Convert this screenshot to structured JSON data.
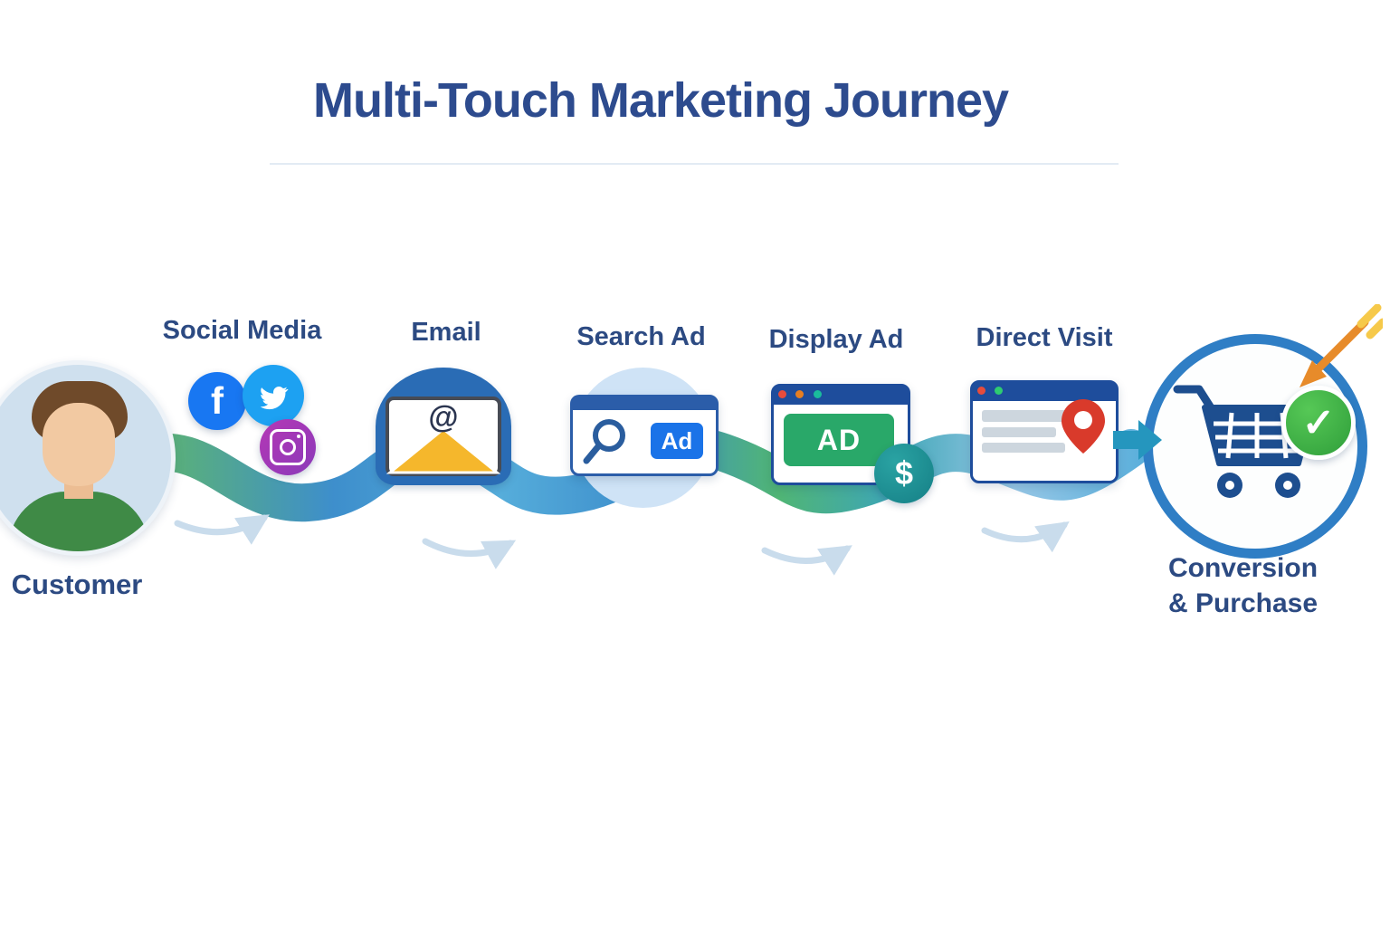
{
  "title": "Multi-Touch Marketing Journey",
  "customer": {
    "label": "Customer"
  },
  "stages": [
    {
      "label": "Social Media",
      "icons": [
        "facebook-icon",
        "twitter-icon",
        "instagram-icon"
      ]
    },
    {
      "label": "Email",
      "icons": [
        "envelope-at-icon"
      ]
    },
    {
      "label": "Search Ad",
      "icons": [
        "browser-window-icon",
        "magnifier-icon",
        "ad-badge"
      ]
    },
    {
      "label": "Display Ad",
      "icons": [
        "browser-window-icon",
        "ad-banner",
        "dollar-icon"
      ]
    },
    {
      "label": "Direct Visit",
      "icons": [
        "browser-window-icon",
        "location-pin-icon"
      ]
    }
  ],
  "conversion": {
    "line1": "Conversion",
    "line2": "& Purchase",
    "icons": [
      "target-circle-icon",
      "shopping-cart-icon",
      "dart-arrow-icon",
      "check-icon"
    ]
  },
  "glyphs": {
    "facebook": "f",
    "email_at": "@",
    "search_ad_badge": "Ad",
    "display_ad_badge": "AD",
    "dollar": "$",
    "check": "✓"
  },
  "colors": {
    "title_text": "#2d4b8e",
    "label_text": "#2c4a82",
    "wave_green": "#56b457",
    "wave_blue": "#2f86c8",
    "wave_light_blue": "#8fc3e4",
    "facebook_blue": "#1877f2",
    "twitter_blue": "#1da1f2",
    "instagram_purple": "#9b3ab5",
    "email_blob_blue": "#2a6cb5",
    "envelope_yellow": "#f5b72c",
    "browser_bar_blue": "#1e4d9c",
    "search_ad_blue": "#1a73e8",
    "display_ad_green": "#29a869",
    "dollar_teal": "#157f86",
    "pin_red": "#d93a2b",
    "ring_blue": "#2f7ec5",
    "cart_blue": "#1d4e8f",
    "check_green": "#2f9e3a",
    "dart_orange": "#e78b2a"
  }
}
